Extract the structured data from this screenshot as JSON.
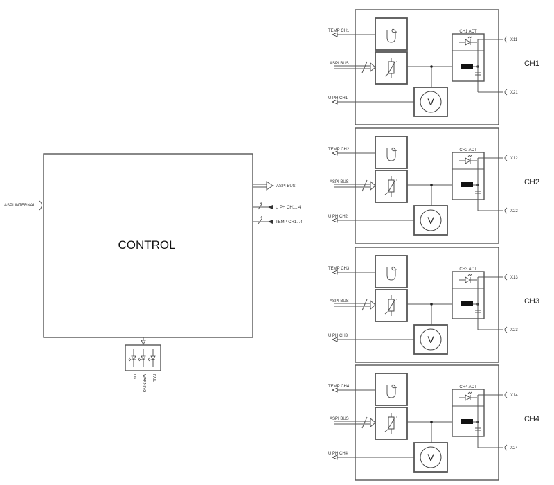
{
  "control": {
    "title": "CONTROL",
    "input_left": "ASPI INTERNAL",
    "outputs": [
      {
        "label": "ASPI BUS",
        "kind": "bus"
      },
      {
        "label": "U PH CH1...4",
        "kind": "signal",
        "bus_width": "4"
      },
      {
        "label": "TEMP CH1...4",
        "kind": "signal",
        "bus_width": "4"
      }
    ],
    "indicators": [
      {
        "label": "OK"
      },
      {
        "label": "WARNING"
      },
      {
        "label": "FAIL"
      }
    ]
  },
  "channels": [
    {
      "name": "CH1",
      "temp_label": "TEMP CH1",
      "bus_label": "ASPI BUS",
      "uph_label": "U PH CH1",
      "act_label": "CH1 ACT",
      "term_top": "X11",
      "term_bottom": "X21"
    },
    {
      "name": "CH2",
      "temp_label": "TEMP CH2",
      "bus_label": "ASPI BUS",
      "uph_label": "U PH CH2",
      "act_label": "CH2 ACT",
      "term_top": "X12",
      "term_bottom": "X22"
    },
    {
      "name": "CH3",
      "temp_label": "TEMP CH3",
      "bus_label": "ASPI BUS",
      "uph_label": "U PH CH3",
      "act_label": "CH3 ACT",
      "term_top": "X13",
      "term_bottom": "X23"
    },
    {
      "name": "CH4",
      "temp_label": "TEMP CH4",
      "bus_label": "ASPI BUS",
      "uph_label": "U PH CH4",
      "act_label": "CH4 ACT",
      "term_top": "X14",
      "term_bottom": "X24"
    }
  ],
  "symbols": {
    "temp_sensor": "theta-icon",
    "thermistor": "variable-resistor-icon",
    "voltmeter": "V"
  }
}
